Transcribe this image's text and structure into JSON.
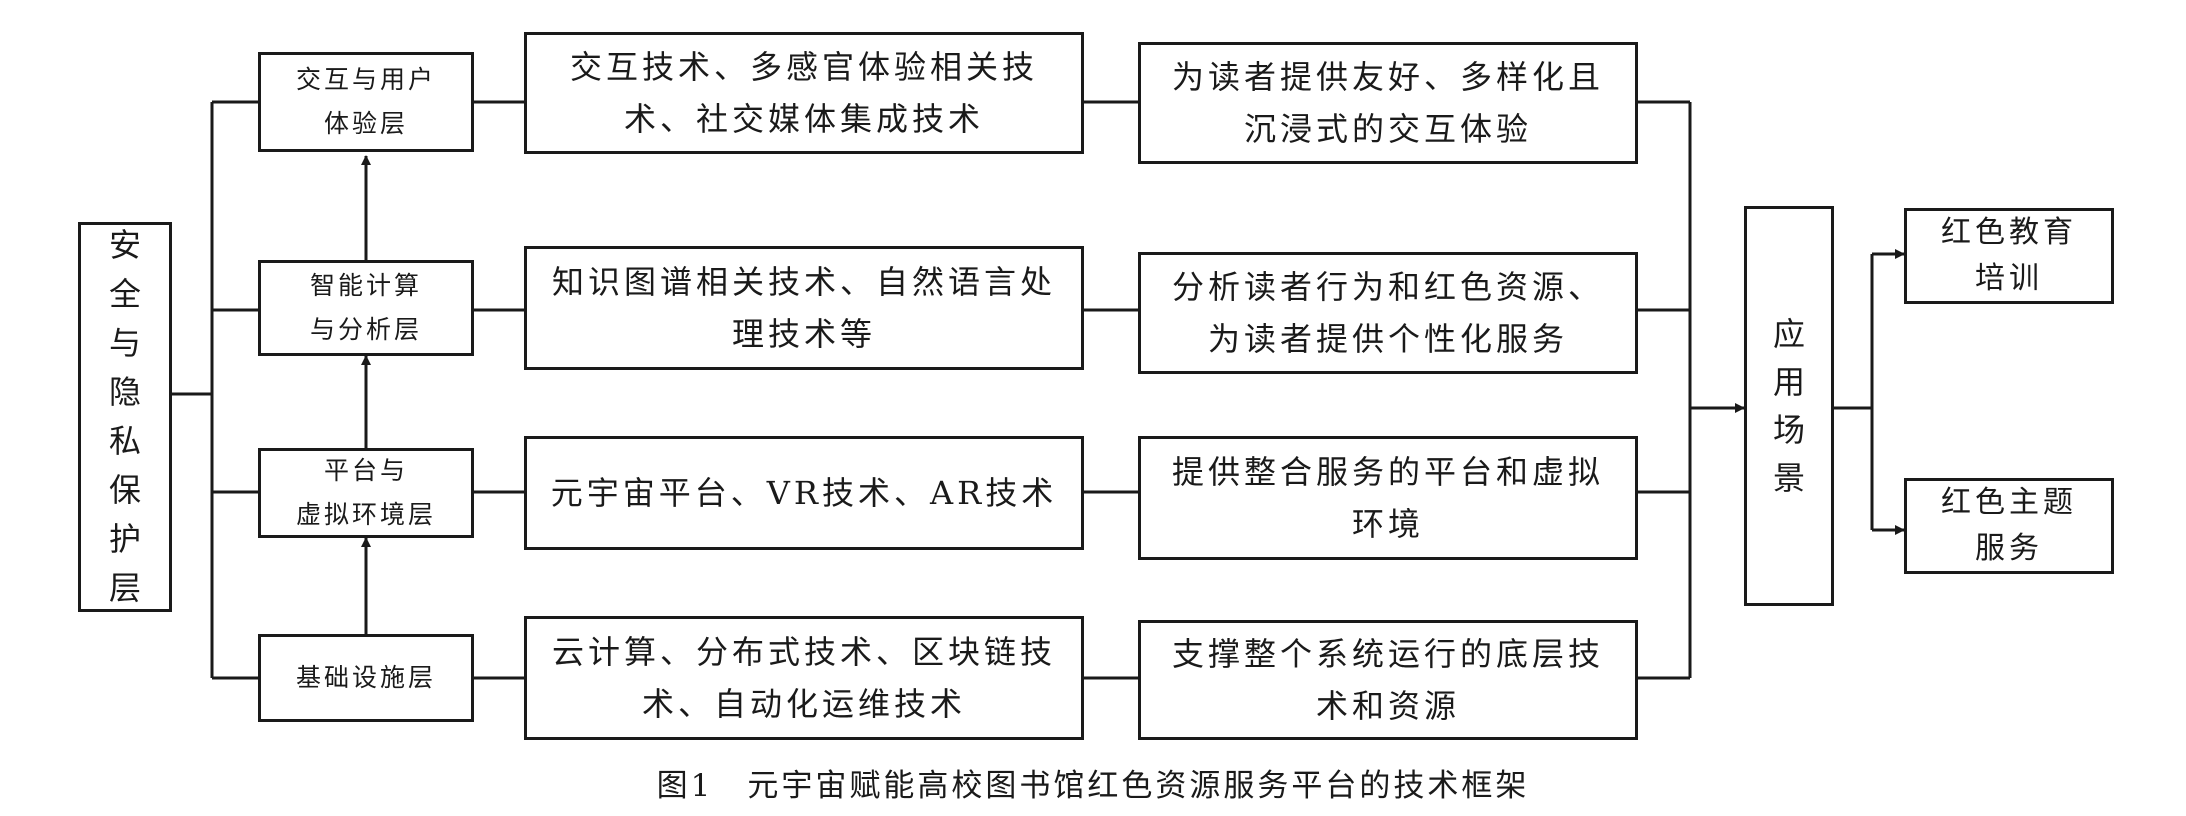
{
  "security_layer": {
    "chars": [
      "安",
      "全",
      "与",
      "隐",
      "私",
      "保",
      "护",
      "层"
    ]
  },
  "layers": [
    {
      "name": "交互与用户体验层",
      "lines": [
        "交互与用户",
        "体验层"
      ],
      "tech": "交互技术、多感官体验相关技术、社交媒体集成技术",
      "func": "为读者提供友好、多样化且沉浸式的交互体验"
    },
    {
      "name": "智能计算与分析层",
      "lines": [
        "智能计算",
        "与分析层"
      ],
      "tech": "知识图谱相关技术、自然语言处理技术等",
      "func": "分析读者行为和红色资源、为读者提供个性化服务"
    },
    {
      "name": "平台与虚拟环境层",
      "lines": [
        "平台与",
        "虚拟环境层"
      ],
      "tech": "元宇宙平台、VR技术、AR技术",
      "func": "提供整合服务的平台和虚拟环境"
    },
    {
      "name": "基础设施层",
      "lines": [
        "基础设施层"
      ],
      "tech": "云计算、分布式技术、区块链技术、自动化运维技术",
      "func": "支撑整个系统运行的底层技术和资源"
    }
  ],
  "application": {
    "chars": [
      "应",
      "用",
      "场",
      "景"
    ]
  },
  "outcomes": [
    {
      "lines": [
        "红色教育",
        "培训"
      ]
    },
    {
      "lines": [
        "红色主题",
        "服务"
      ]
    }
  ],
  "caption": "图1　元宇宙赋能高校图书馆红色资源服务平台的技术框架"
}
